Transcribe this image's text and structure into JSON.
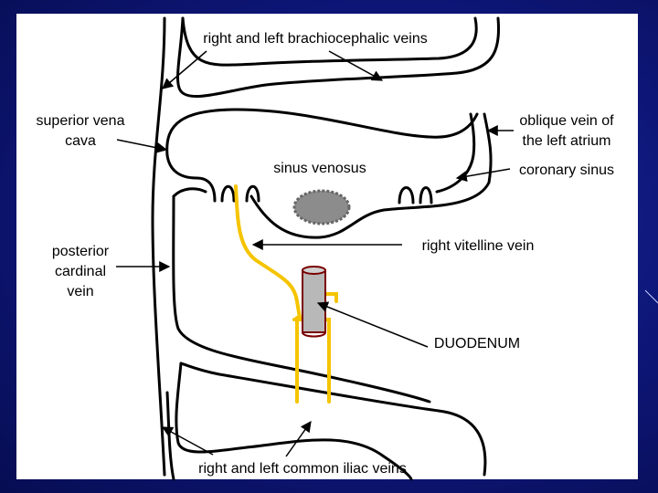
{
  "labels": {
    "brachiocephalic": "right and left brachiocephalic veins",
    "svc_line1": "superior vena",
    "svc_line2": "cava",
    "oblique_line1": "oblique vein of",
    "oblique_line2": "the left atrium",
    "sinus_venosus": "sinus venosus",
    "coronary_sinus": "coronary sinus",
    "posterior_line1": "posterior",
    "posterior_line2": "cardinal",
    "posterior_line3": "vein",
    "right_vitelline": "right vitelline vein",
    "duodenum": "DUODENUM",
    "iliac": "right and left common iliac veins"
  },
  "colors": {
    "background": "#0d1677",
    "slide": "#ffffff",
    "vein_outline": "#000000",
    "vitelline": "#f5c400",
    "sinus_blob": "#8c8c8c",
    "duodenum_fill": "#b8b8b8",
    "duodenum_outline": "#7a0000"
  }
}
